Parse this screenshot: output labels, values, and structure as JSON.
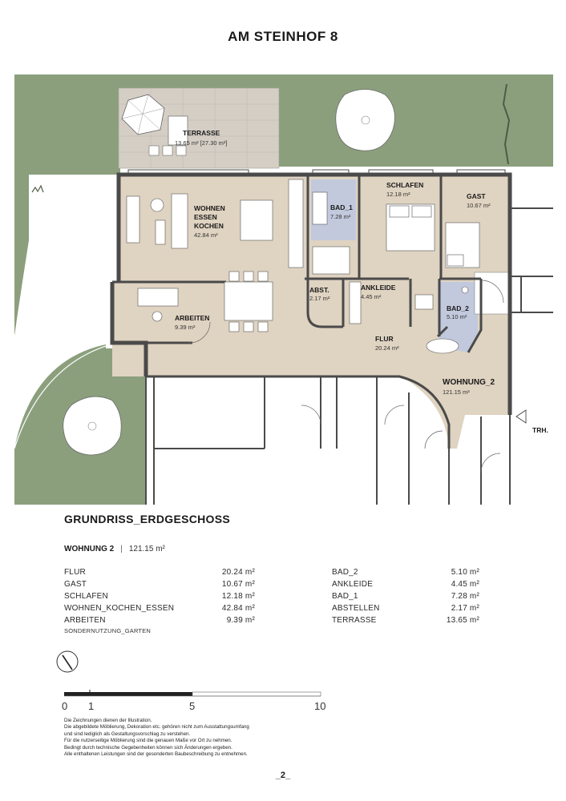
{
  "page": {
    "title": "AM STEINHOF 8",
    "page_number": "_2_"
  },
  "plan": {
    "rooms": [
      {
        "id": "terrasse",
        "name": "TERRASSE",
        "area": "13.65 m² [27.30 m²]"
      },
      {
        "id": "wohnen",
        "name_lines": [
          "WOHNEN",
          "ESSEN",
          "KOCHEN"
        ],
        "area": "42.84 m²"
      },
      {
        "id": "bad1",
        "name": "BAD_1",
        "area": "7.28 m²"
      },
      {
        "id": "schlafen",
        "name": "SCHLAFEN",
        "area": "12.18 m²"
      },
      {
        "id": "gast",
        "name": "GAST",
        "area": "10.67 m²"
      },
      {
        "id": "abst",
        "name": "ABST.",
        "area": "2.17 m²"
      },
      {
        "id": "ankleide",
        "name": "ANKLEIDE",
        "area": "4.45 m²"
      },
      {
        "id": "bad2",
        "name": "BAD_2",
        "area": "5.10 m²"
      },
      {
        "id": "arbeiten",
        "name": "ARBEITEN",
        "area": "9.39 m²"
      },
      {
        "id": "flur",
        "name": "FLUR",
        "area": "20.24 m²"
      },
      {
        "id": "wohnung",
        "name": "WOHNUNG_2",
        "area": "121.15 m²"
      }
    ],
    "stair_label": "TRH.",
    "colors": {
      "garden": "#8b9f7d",
      "interior": "#dfd3c1",
      "terrace": "#d4cec5",
      "bath": "#c2c9dd",
      "wall": "#4a4a4a"
    }
  },
  "summary": {
    "heading": "GRUNDRISS_ERDGESCHOSS",
    "unit_name": "WOHNUNG 2",
    "separator": "|",
    "unit_area": "121.15 m²",
    "left_rows": [
      {
        "name": "FLUR",
        "area": "20.24 m²"
      },
      {
        "name": "GAST",
        "area": "10.67 m²"
      },
      {
        "name": "SCHLAFEN",
        "area": "12.18 m²"
      },
      {
        "name": "WOHNEN_KOCHEN_ESSEN",
        "area": "42.84 m²"
      },
      {
        "name": "ARBEITEN",
        "area": "9.39 m²"
      }
    ],
    "right_rows": [
      {
        "name": "BAD_2",
        "area": "5.10 m²"
      },
      {
        "name": "ANKLEIDE",
        "area": "4.45 m²"
      },
      {
        "name": "BAD_1",
        "area": "7.28 m²"
      },
      {
        "name": "ABSTELLEN",
        "area": "2.17 m²"
      },
      {
        "name": "TERRASSE",
        "area": "13.65 m²"
      }
    ],
    "garden_note": "SONDERNUTZUNG_GARTEN"
  },
  "scale_bar": {
    "labels": [
      "0",
      "1",
      "5",
      "10"
    ]
  },
  "disclaimer": [
    "Die Zeichnungen dienen der Illustration.",
    "Die abgebildete Möblierung, Dekoration etc. gehören nicht zum Ausstattungsumfang",
    "und sind lediglich als Gestaltungsvorschlag zu verstehen.",
    "Für die nutzerseitige Möblierung sind die genauen Maße vor Ort zu nehmen.",
    "Bedingt durch technische Gegebenheiten können sich Änderungen ergeben.",
    "Alle enthaltenen Leistungen sind der gesonderten Baubeschreibung zu entnehmen."
  ]
}
